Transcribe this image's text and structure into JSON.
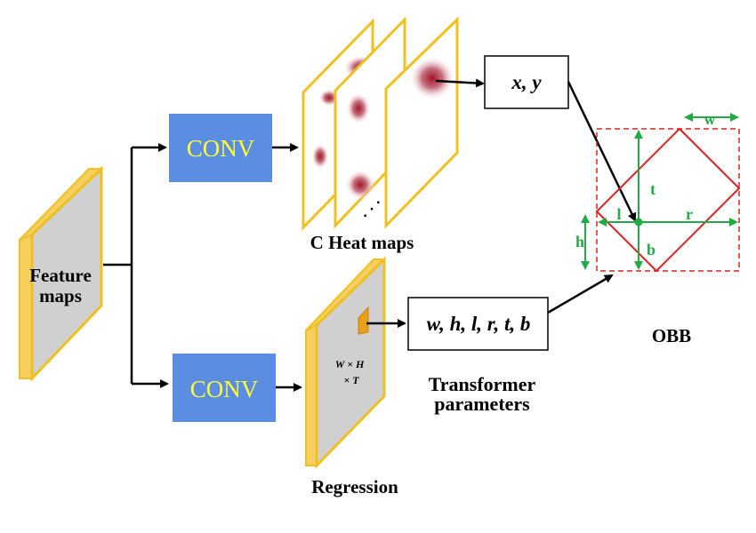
{
  "feature_maps": {
    "line1": "Feature",
    "line2": "maps"
  },
  "conv_top": "CONV",
  "conv_bottom": "CONV",
  "heat_maps_label": "C Heat maps",
  "heat_ellipsis": "⋰",
  "xy_box": "x, y",
  "regression": {
    "inner_line1": "W × H",
    "inner_line2": "× T",
    "label": "Regression"
  },
  "params_box": "w, h, l, r, t, b",
  "transformer": {
    "line1": "Transformer",
    "line2": "parameters"
  },
  "obb": {
    "label": "OBB",
    "w": "w",
    "h": "h",
    "t": "t",
    "b": "b",
    "l": "l",
    "r": "r"
  },
  "colors": {
    "conv_fill": "#5b8de3",
    "conv_text": "#ffff33",
    "map_border": "#f0c020",
    "map_fill": "#d0d0d0",
    "heat_center": "#a01828",
    "obb_red": "#dd2020",
    "obb_green": "#22aa44"
  }
}
